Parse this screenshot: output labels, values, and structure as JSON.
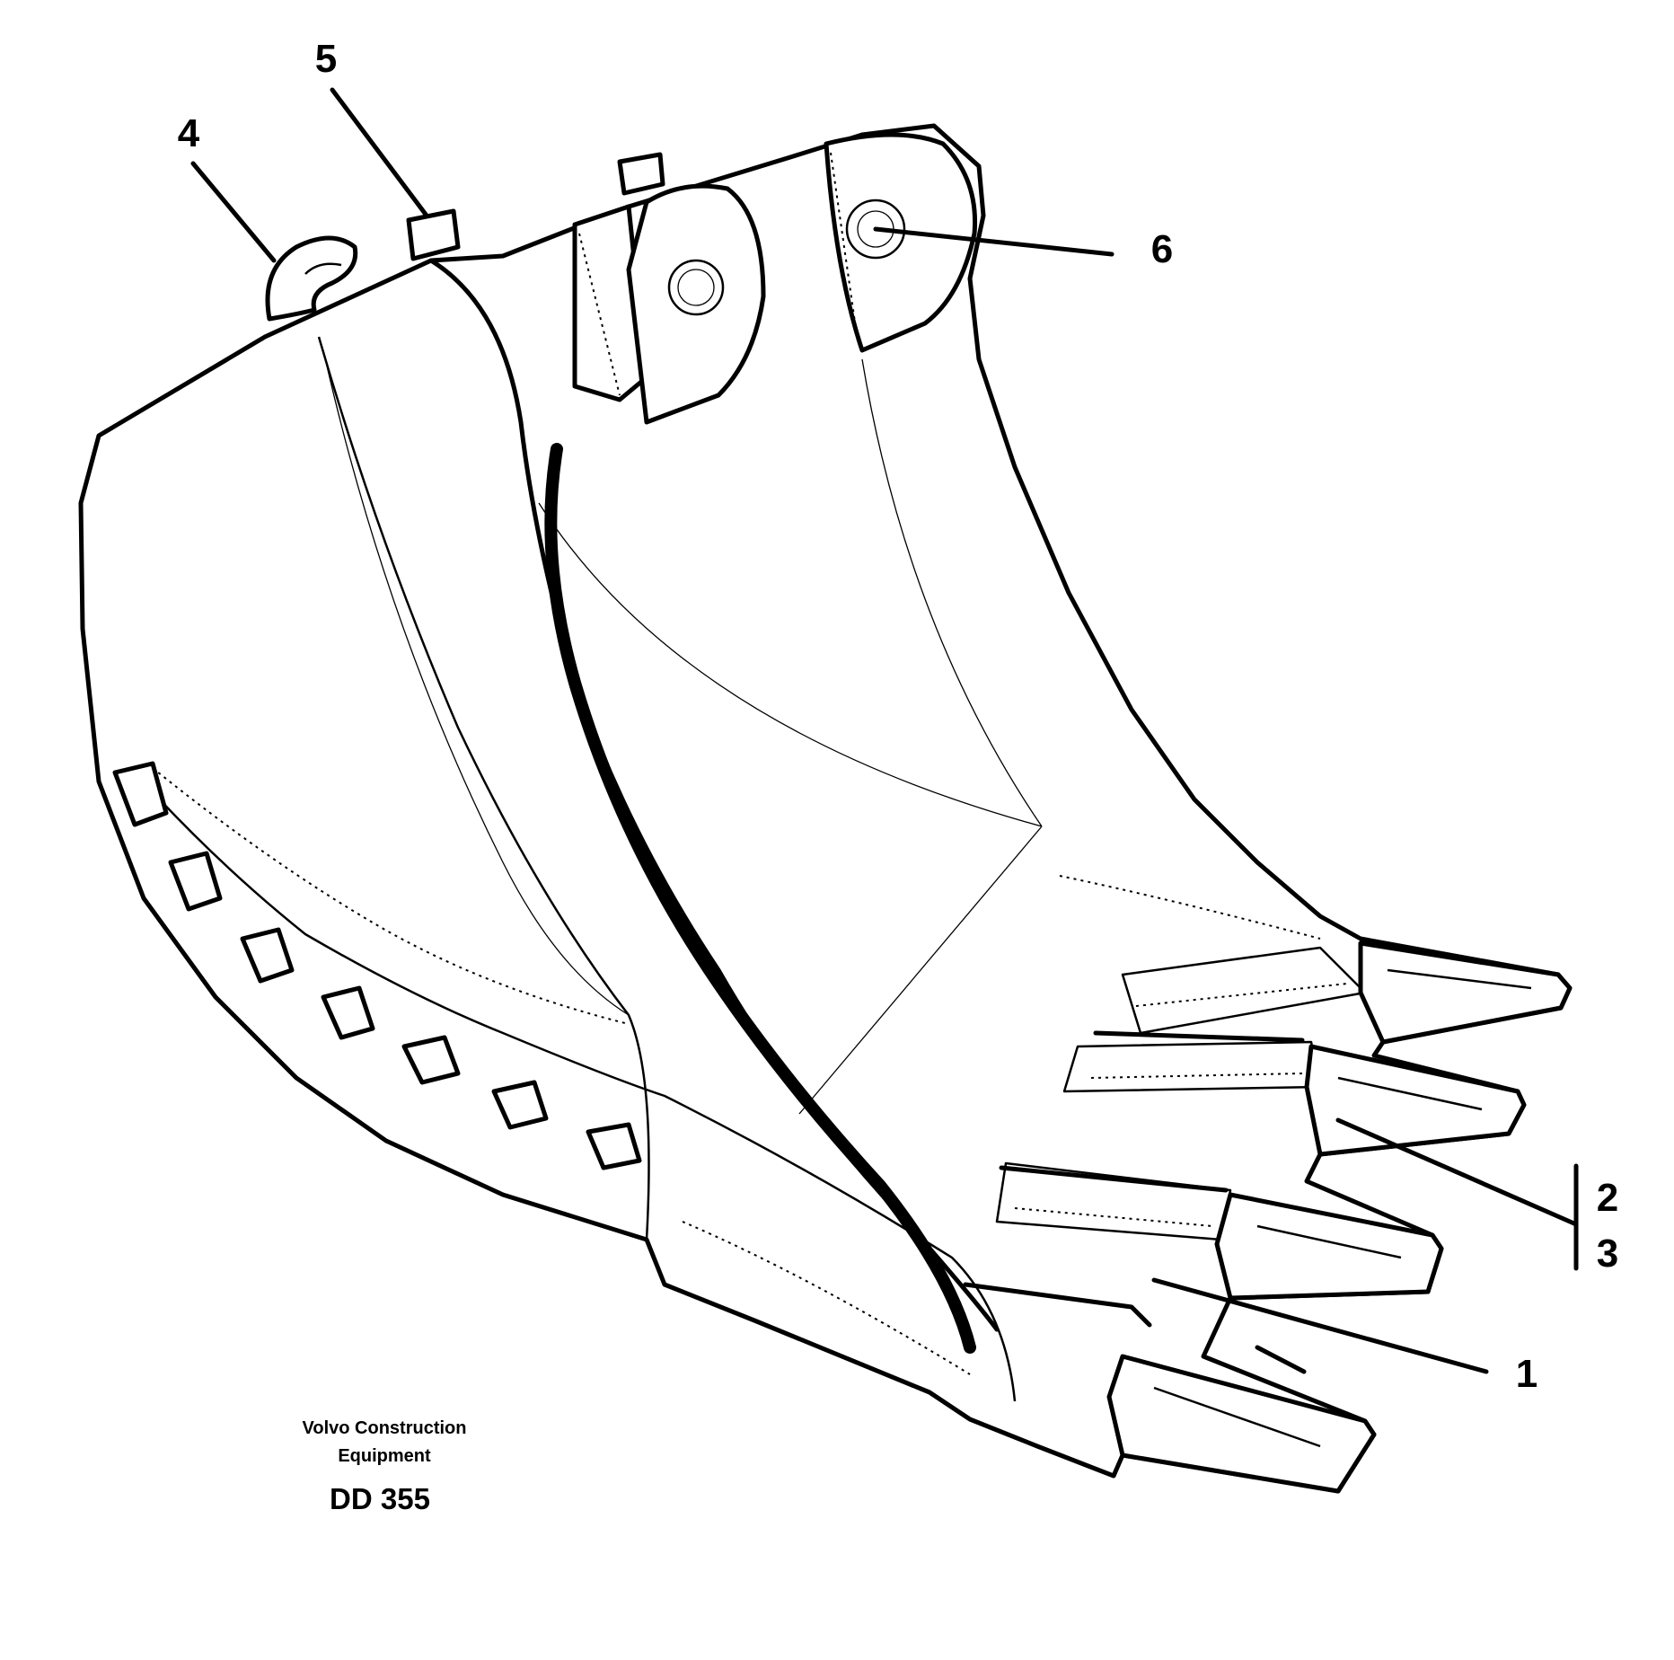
{
  "callouts": {
    "c1": "1",
    "c2": "2",
    "c3": "3",
    "c4": "4",
    "c5": "5",
    "c6": "6"
  },
  "footer": {
    "manufacturer_line1": "Volvo Construction",
    "manufacturer_line2": "Equipment",
    "drawing_code": "DD 355"
  },
  "colors": {
    "ink": "#000000",
    "paper": "#ffffff"
  }
}
